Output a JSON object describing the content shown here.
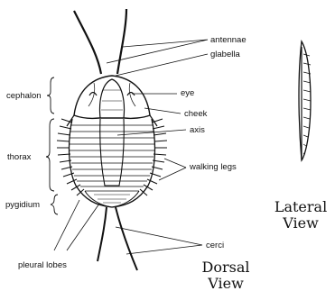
{
  "labels": {
    "antennae": "antennae",
    "glabella": "glabella",
    "eye": "eye",
    "cheek": "cheek",
    "axis": "axis",
    "walking_legs": "walking legs",
    "cerci": "cerci",
    "pleural_lobes": "pleural lobes",
    "cephalon": "cephalon",
    "thorax": "thorax",
    "pygidium": "pygidium"
  },
  "views": {
    "dorsal_line1": "Dorsal",
    "dorsal_line2": "View",
    "lateral_line1": "Lateral",
    "lateral_line2": "View"
  }
}
